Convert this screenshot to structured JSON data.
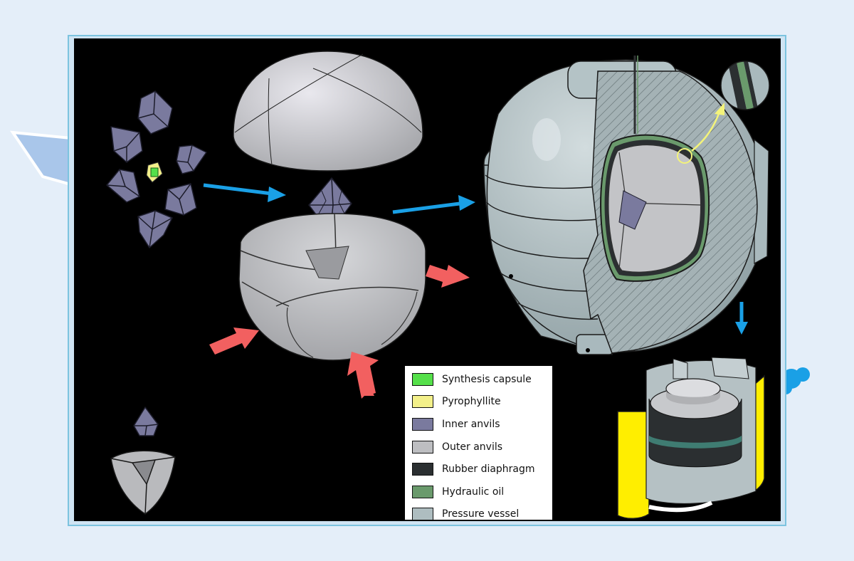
{
  "legend": {
    "items": [
      {
        "label": "Synthesis capsule",
        "color": "#55e04a"
      },
      {
        "label": "Pyrophyllite",
        "color": "#f3f08a"
      },
      {
        "label": "Inner anvils",
        "color": "#7a7a9e"
      },
      {
        "label": "Outer anvils",
        "color": "#bdbec1"
      },
      {
        "label": "Rubber diaphragm",
        "color": "#2b2f31"
      },
      {
        "label": "Hydraulic oil",
        "color": "#6a9a6c"
      },
      {
        "label": "Pressure vessel",
        "color": "#aebdc0"
      }
    ]
  },
  "colors": {
    "background": "#e4eef9",
    "panel": "#000000",
    "flow_arrow": "#1aa0e6",
    "force_arrow": "#f26060",
    "callout": "#f3f37a",
    "vessel": "#a9b9bd",
    "anvil": "#c8c9cc",
    "cylinder": "#ffee00"
  }
}
